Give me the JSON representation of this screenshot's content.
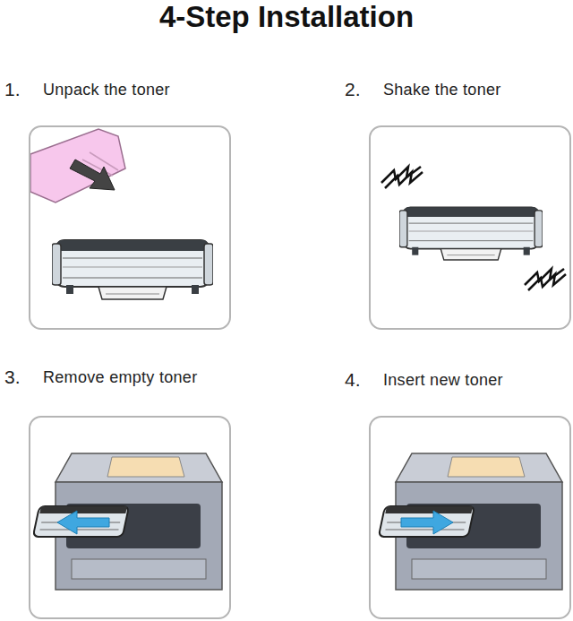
{
  "diagram": {
    "title": "4-Step Installation",
    "nodes": [
      {
        "text": [
          "1.",
          "Unpack the toner"
        ]
      },
      {
        "text": [
          "2.",
          "Shake the toner"
        ]
      },
      {
        "text": [
          "3.",
          "Remove empty toner"
        ]
      },
      {
        "text": [
          "4.",
          "Insert new toner"
        ]
      }
    ]
  }
}
